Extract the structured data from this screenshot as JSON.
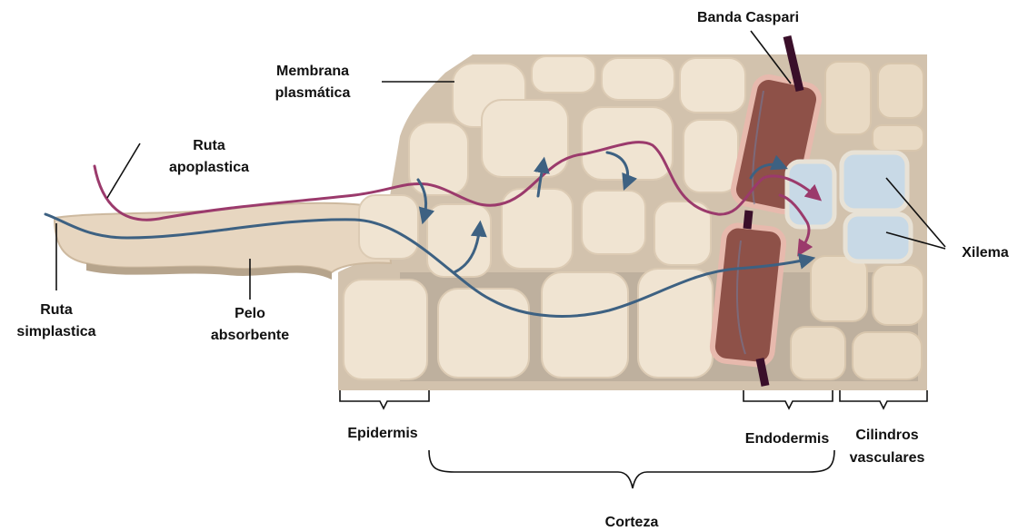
{
  "labels": {
    "banda_caspari": "Banda Caspari",
    "membrana_line1": "Membrana",
    "membrana_line2": "plasmática",
    "ruta_apo_line1": "Ruta",
    "ruta_apo_line2": "apoplastica",
    "ruta_sim_line1": "Ruta",
    "ruta_sim_line2": "simplastica",
    "pelo_line1": "Pelo",
    "pelo_line2": "absorbente",
    "xilema": "Xilema",
    "epidermis": "Epidermis",
    "endodermis": "Endodermis",
    "cilindros_line1": "Cilindros",
    "cilindros_line2": "vasculares",
    "corteza": "Corteza"
  },
  "colors": {
    "apoplastic_route": "#9b3a6c",
    "symplastic_route": "#3d6182",
    "cell_fill": "#f0e4d2",
    "cell_wall": "#d2c2ad",
    "endodermis": "#8e5148",
    "casparian_strip": "#3a0f2a",
    "xylem": "#c8d9e6"
  }
}
